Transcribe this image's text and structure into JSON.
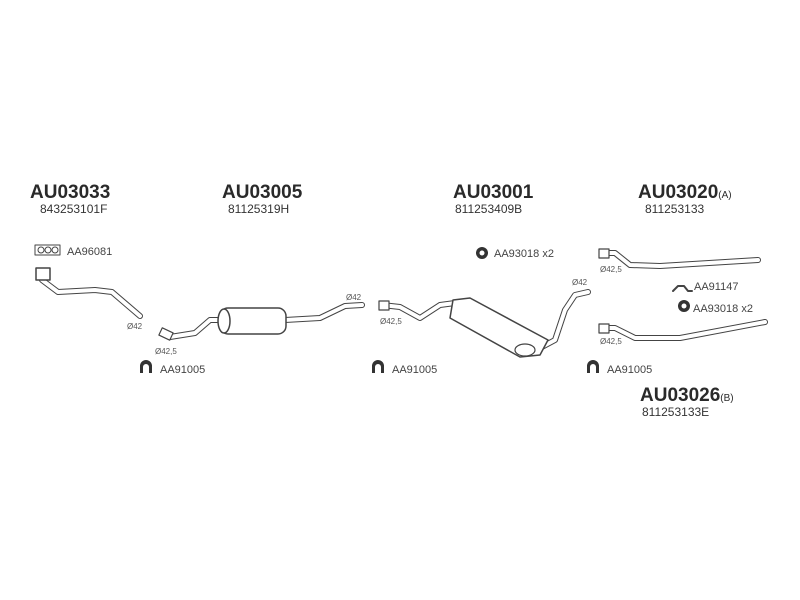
{
  "groups": [
    {
      "code": "AU03033",
      "oe": "843253101F",
      "suffix": ""
    },
    {
      "code": "AU03005",
      "oe": "81125319H",
      "suffix": ""
    },
    {
      "code": "AU03001",
      "oe": "811253409B",
      "suffix": ""
    },
    {
      "code": "AU03020",
      "oe": "811253133",
      "suffix": "(A)"
    },
    {
      "code": "AU03026",
      "oe": "811253133E",
      "suffix": "(B)"
    }
  ],
  "parts": {
    "gasket": "AA96081",
    "clamp1": "AA91005",
    "clamp2": "AA91005",
    "clamp3": "AA91005",
    "hanger1": "AA93018 x2",
    "hanger2": "AA93018 x2",
    "bracket": "AA91147"
  },
  "diameters": {
    "d1": "Ø42",
    "d2": "Ø42,5",
    "d3": "Ø42",
    "d4": "Ø42,5",
    "d5": "Ø42",
    "d6": "Ø42,5",
    "d7": "Ø42,5"
  }
}
